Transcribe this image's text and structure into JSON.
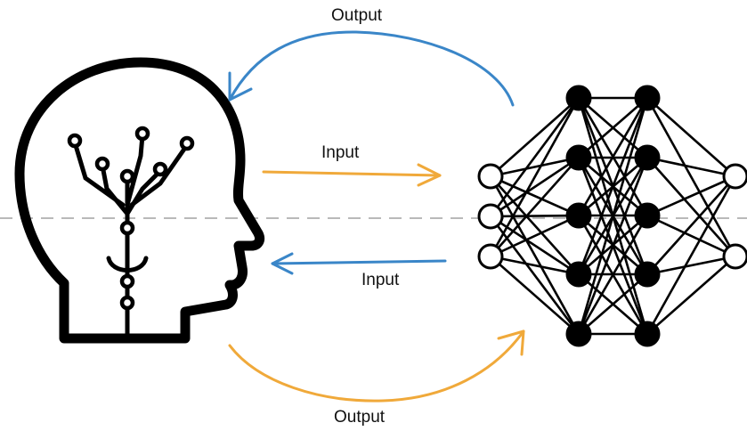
{
  "labels": {
    "top_output": "Output",
    "input_to_network": "Input",
    "input_to_human": "Input",
    "bottom_output": "Output"
  },
  "colors": {
    "blue": "#3a86c8",
    "orange": "#f0a93a",
    "ink": "#000000",
    "dash": "#b9b9b9"
  },
  "icons": {
    "left": "human-head-circuit-icon",
    "right": "neural-network-icon"
  }
}
